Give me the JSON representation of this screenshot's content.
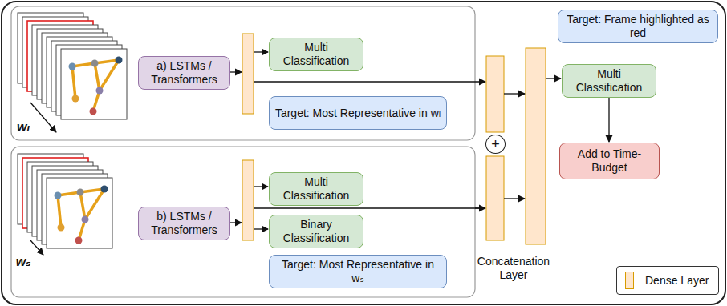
{
  "diagram": {
    "nodes": [
      {
        "text": [
          "a) LSTMs / Transformers"
        ]
      },
      {
        "text": [
          "Multi Classification"
        ]
      },
      {
        "text": [
          "Target: Most Representative in wₗ"
        ]
      },
      {
        "text": [
          "b) LSTMs / Transformers"
        ]
      },
      {
        "text": [
          "Multi Classification"
        ]
      },
      {
        "text": [
          "Binary Classification"
        ]
      },
      {
        "text": [
          "Target: Most Representative in wₛ"
        ]
      },
      {
        "text": [
          "+"
        ]
      },
      {
        "text": [
          "Target: Frame highlighted as red"
        ]
      },
      {
        "text": [
          "Multi Classification"
        ]
      },
      {
        "text": [
          "Add to Time-Budget"
        ]
      }
    ],
    "edges": [
      {
        "from": 9,
        "to": 10,
        "arrow": "to"
      }
    ],
    "labels": [
      "wₗ",
      "wₛ",
      "Concatenation Layer"
    ],
    "legend": [
      {
        "text": "Dense Layer",
        "color": "#ffe6cc"
      }
    ]
  }
}
